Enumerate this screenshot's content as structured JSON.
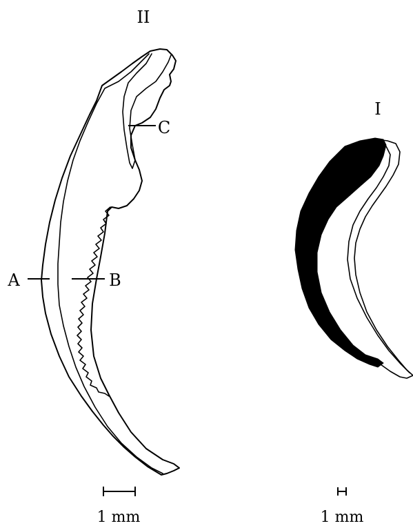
{
  "figure_ii": {
    "label": "II",
    "callouts": {
      "a": "A",
      "b": "B",
      "c": "C"
    },
    "scale_label": "1 mm"
  },
  "figure_i": {
    "label": "I",
    "scale_label": "1 mm"
  }
}
